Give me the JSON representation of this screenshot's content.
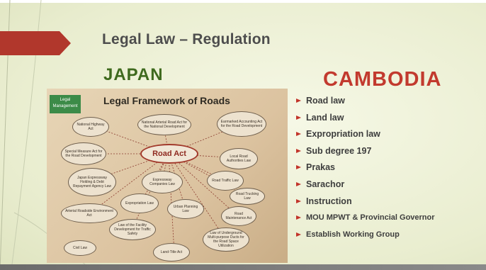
{
  "slide": {
    "title": "Legal Law – Regulation",
    "japan_heading": "JAPAN",
    "cambodia_heading": "CAMBODIA",
    "colors": {
      "accent_red": "#c2342a",
      "japan_green": "#3f6a1e",
      "cambodia_red": "#c23a2e"
    }
  },
  "photo": {
    "title": "Legal Framework of Roads",
    "badge": "Legal Management",
    "center": "Road Act",
    "nodes": [
      "National Highway Act",
      "National Arterial Road Act for the National Development",
      "Earmarked Accounting Act for the Road Development",
      "Special Measure Act for the Road Development",
      "Local Road Authorities Law",
      "Japan Expressway Holding & Debt Repayment Agency Law",
      "Expressway Companies Law",
      "Road Traffic Law",
      "Road Trucking Law",
      "Expropriation Law",
      "Urban Planning Law",
      "Road Maintenance Act",
      "Arterial Roadside Environment Act",
      "Law of the Facility Development for Traffic Safety",
      "Law of Underground Multi-purpose Ducts for the Road Space Utilization",
      "Civil Law",
      "Land-Title Act"
    ]
  },
  "cambodia_list": [
    "Road law",
    "Land law",
    "Expropriation law",
    "Sub degree 197",
    "Prakas",
    "Sarachor",
    "Instruction",
    "MOU MPWT & Provincial Governor",
    "Establish Working Group"
  ]
}
